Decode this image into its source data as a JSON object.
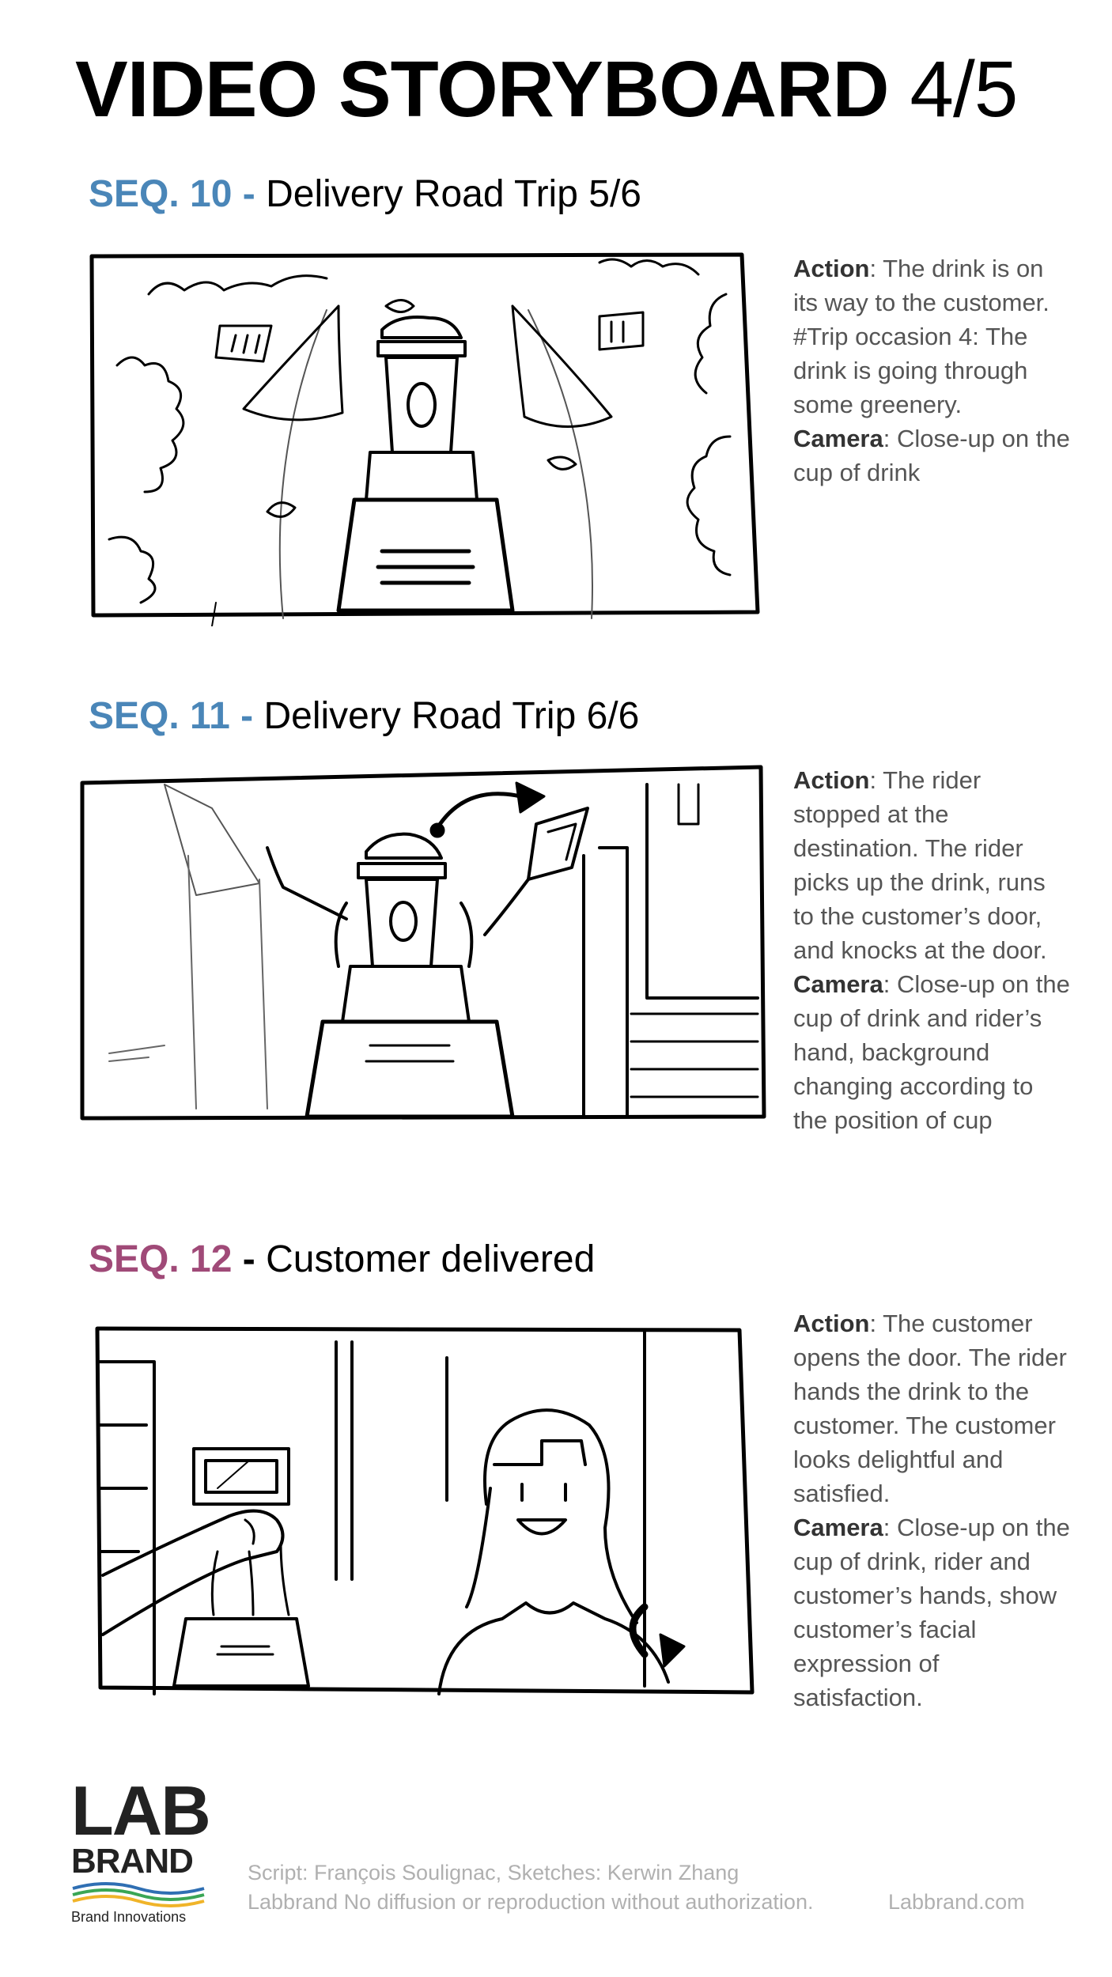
{
  "title": {
    "bold": "VIDEO STORYBOARD",
    "page": "4/5"
  },
  "sequences": [
    {
      "number": "SEQ. 10",
      "dash": "-",
      "name": "Delivery Road Trip 5/6",
      "color": "#4a86b8",
      "action_label": "Action",
      "action_text": ": The drink is on its way to the customer. #Trip occasion 4: The drink is going through some greenery.",
      "camera_label": "Camera",
      "camera_text": ": Close-up on the cup of drink"
    },
    {
      "number": "SEQ. 11",
      "dash": "-",
      "name": "Delivery Road Trip 6/6",
      "color": "#4a86b8",
      "action_label": "Action",
      "action_text": ": The rider stopped at the destination. The rider picks up the drink, runs to the customer’s door, and knocks at the door.",
      "camera_label": "Camera",
      "camera_text": ": Close-up on the cup of drink and rider’s hand, background changing according to the position of cup"
    },
    {
      "number": "SEQ. 12",
      "dash": "-",
      "name": "Customer delivered",
      "color": "#a04a78",
      "action_label": "Action",
      "action_text": ": The customer opens the door. The rider hands the drink to the customer. The customer looks delightful and satisfied.",
      "camera_label": "Camera",
      "camera_text": ": Close-up on the cup of drink, rider and customer’s hands, show customer’s facial expression of satisfaction."
    }
  ],
  "logo": {
    "line1": "LAB",
    "line2": "BRAND",
    "tagline": "Brand Innovations"
  },
  "footer": {
    "credits": "Script: François Soulignac, Sketches: Kerwin Zhang",
    "notice": "Labbrand No diffusion or reproduction without authorization.",
    "site": "Labbrand.com"
  }
}
